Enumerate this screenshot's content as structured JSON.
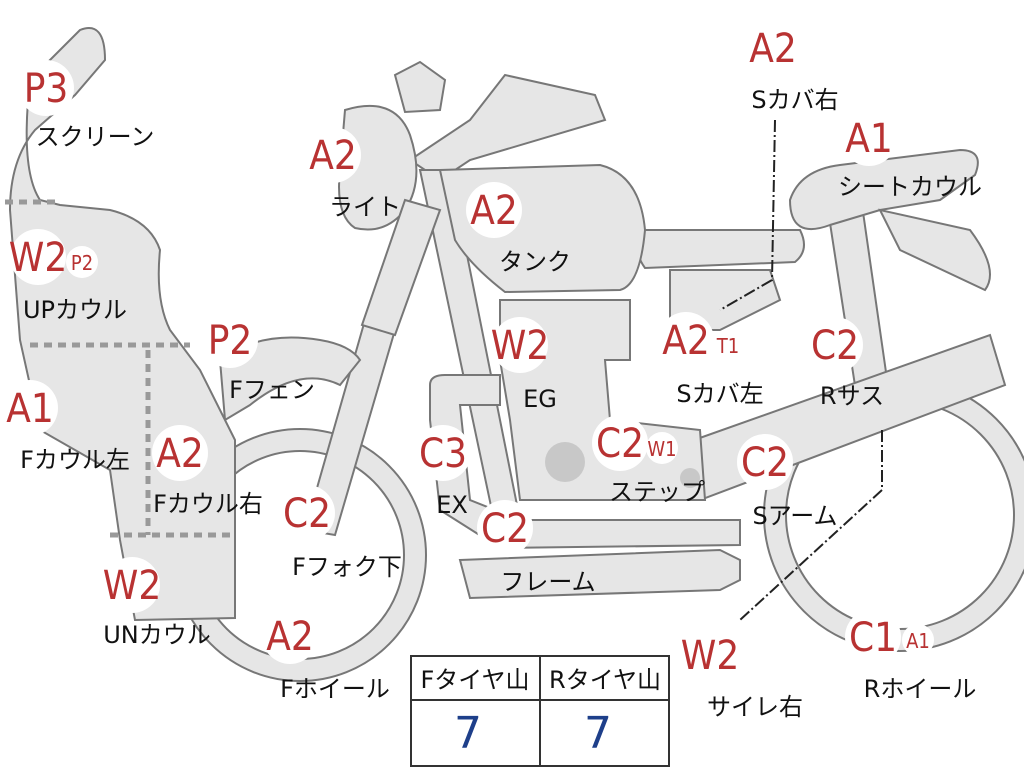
{
  "parts": [
    {
      "id": "screen",
      "label": "スクリーン",
      "grades": [
        "P3"
      ]
    },
    {
      "id": "up-cowl",
      "label": "UPカウル",
      "grades": [
        "W2",
        "P2"
      ]
    },
    {
      "id": "f-cowl-left",
      "label": "Fカウル左",
      "grades": [
        "A1"
      ]
    },
    {
      "id": "f-cowl-right",
      "label": "Fカウル右",
      "grades": [
        "A2"
      ]
    },
    {
      "id": "un-cowl",
      "label": "UNカウル",
      "grades": [
        "W2"
      ]
    },
    {
      "id": "f-fender",
      "label": "Fフェン",
      "grades": [
        "P2"
      ]
    },
    {
      "id": "light",
      "label": "ライト",
      "grades": [
        "A2"
      ]
    },
    {
      "id": "tank",
      "label": "タンク",
      "grades": [
        "A2"
      ]
    },
    {
      "id": "engine",
      "label": "EG",
      "grades": [
        "W2"
      ]
    },
    {
      "id": "exhaust",
      "label": "EX",
      "grades": [
        "C3"
      ]
    },
    {
      "id": "f-fork-lower",
      "label": "Fフォク下",
      "grades": [
        "C2"
      ]
    },
    {
      "id": "frame",
      "label": "フレーム",
      "grades": [
        "C2"
      ]
    },
    {
      "id": "f-wheel",
      "label": "Fホイール",
      "grades": [
        "A2"
      ]
    },
    {
      "id": "step",
      "label": "ステップ",
      "grades": [
        "C2",
        "W1"
      ]
    },
    {
      "id": "side-cover-left",
      "label": "Sカバ左",
      "grades": [
        "A2",
        "T1"
      ]
    },
    {
      "id": "side-cover-right",
      "label": "Sカバ右",
      "grades": [
        "A2"
      ]
    },
    {
      "id": "seat-cowl",
      "label": "シートカウル",
      "grades": [
        "A1"
      ]
    },
    {
      "id": "r-suspension",
      "label": "Rサス",
      "grades": [
        "C2"
      ]
    },
    {
      "id": "swing-arm",
      "label": "Sアーム",
      "grades": [
        "C2"
      ]
    },
    {
      "id": "silencer-right",
      "label": "サイレ右",
      "grades": [
        "W2"
      ]
    },
    {
      "id": "r-wheel",
      "label": "Rホイール",
      "grades": [
        "C1",
        "A1"
      ]
    }
  ],
  "tire_table": {
    "headers": [
      "Fタイヤ山",
      "Rタイヤ山"
    ],
    "values": [
      "7",
      "7"
    ]
  },
  "colors": {
    "grade_text": "#b83232",
    "body_fill": "#e6e6e6",
    "table_value": "#1e3f8a"
  }
}
